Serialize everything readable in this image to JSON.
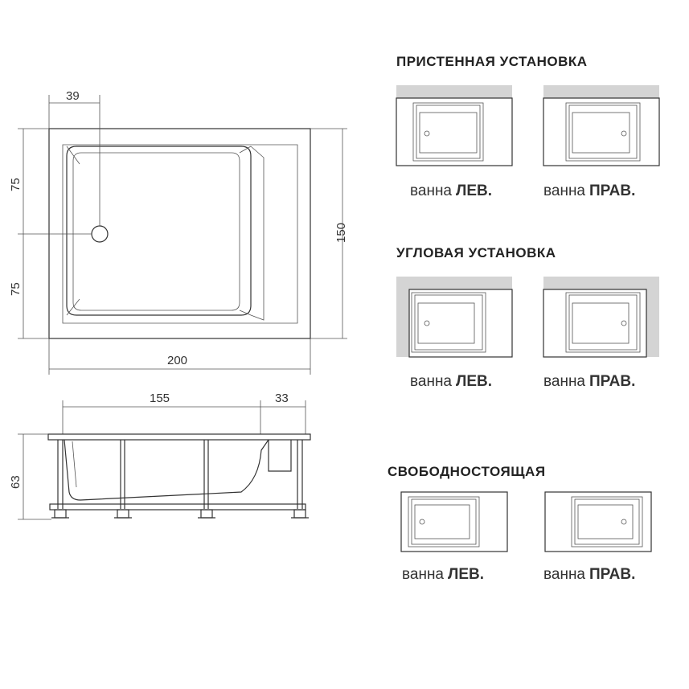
{
  "top_view": {
    "dim_drain_offset": "39",
    "dim_left_upper": "75",
    "dim_left_lower": "75",
    "dim_height": "150",
    "dim_width": "200"
  },
  "side_view": {
    "dim_inner_length": "155",
    "dim_step": "33",
    "dim_depth": "63"
  },
  "sections": [
    {
      "title": "ПРИСТЕННАЯ УСТАНОВКА",
      "left": {
        "prefix": "ванна",
        "side": "ЛЕВ."
      },
      "right": {
        "prefix": "ванна",
        "side": "ПРАВ."
      }
    },
    {
      "title": "УГЛОВАЯ УСТАНОВКА",
      "left": {
        "prefix": "ванна",
        "side": "ЛЕВ."
      },
      "right": {
        "prefix": "ванна",
        "side": "ПРАВ."
      }
    },
    {
      "title": "СВОБОДНОСТОЯЩАЯ",
      "left": {
        "prefix": "ванна",
        "side": "ЛЕВ."
      },
      "right": {
        "prefix": "ванна",
        "side": "ПРАВ."
      }
    }
  ],
  "colors": {
    "line": "#333333",
    "wall": "#d4d4d4"
  }
}
